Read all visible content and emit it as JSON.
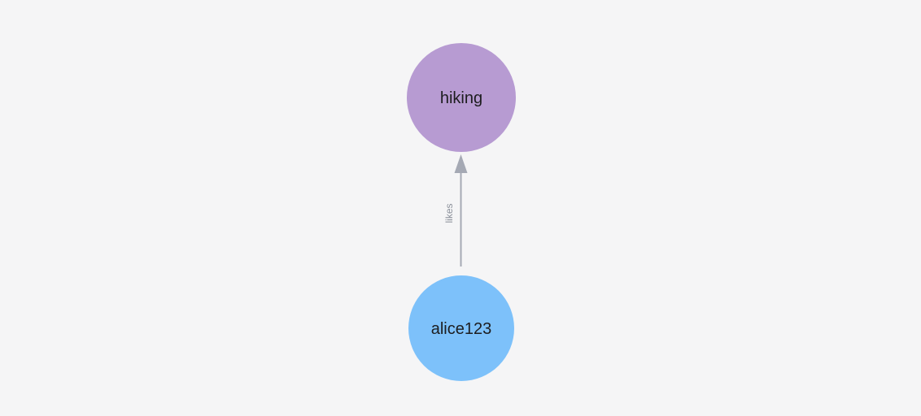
{
  "canvas": {
    "background": "#f5f5f6"
  },
  "graph": {
    "nodes": [
      {
        "id": "hiking",
        "label": "hiking",
        "color": "#b79bd2",
        "label_color": "#1d1d1f"
      },
      {
        "id": "alice123",
        "label": "alice123",
        "color": "#7dc1fa",
        "label_color": "#1d1d1f"
      }
    ],
    "edges": [
      {
        "from": "alice123",
        "to": "hiking",
        "label": "likes",
        "line_color": "#a5a9b4",
        "label_color": "#8c919b"
      }
    ]
  }
}
